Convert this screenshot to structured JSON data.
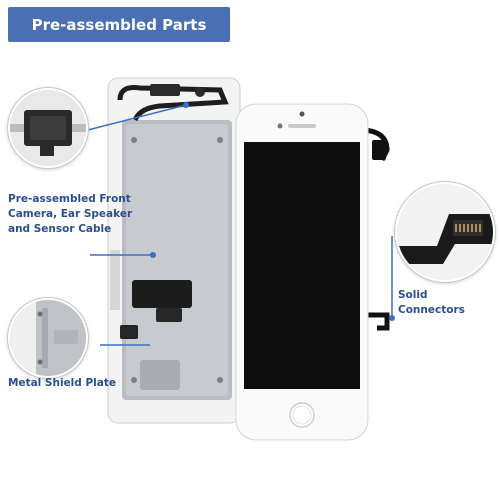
{
  "banner": {
    "title": "Pre-assembled Parts"
  },
  "callouts": {
    "front_camera": {
      "line1": "Pre-assembled Front",
      "line2": "Camera, Ear Speaker",
      "line3": "and Sensor Cable"
    },
    "solid_connectors": {
      "label": "Solid Connectors"
    },
    "metal_shield": {
      "label": "Metal Shield Plate"
    }
  },
  "colors": {
    "banner_bg": "#4a6fb3",
    "callout_text": "#2a4f8f",
    "connector_line": "#3b6fc4",
    "screen": "#0d0d0d",
    "frame": "#f7f7f7"
  }
}
